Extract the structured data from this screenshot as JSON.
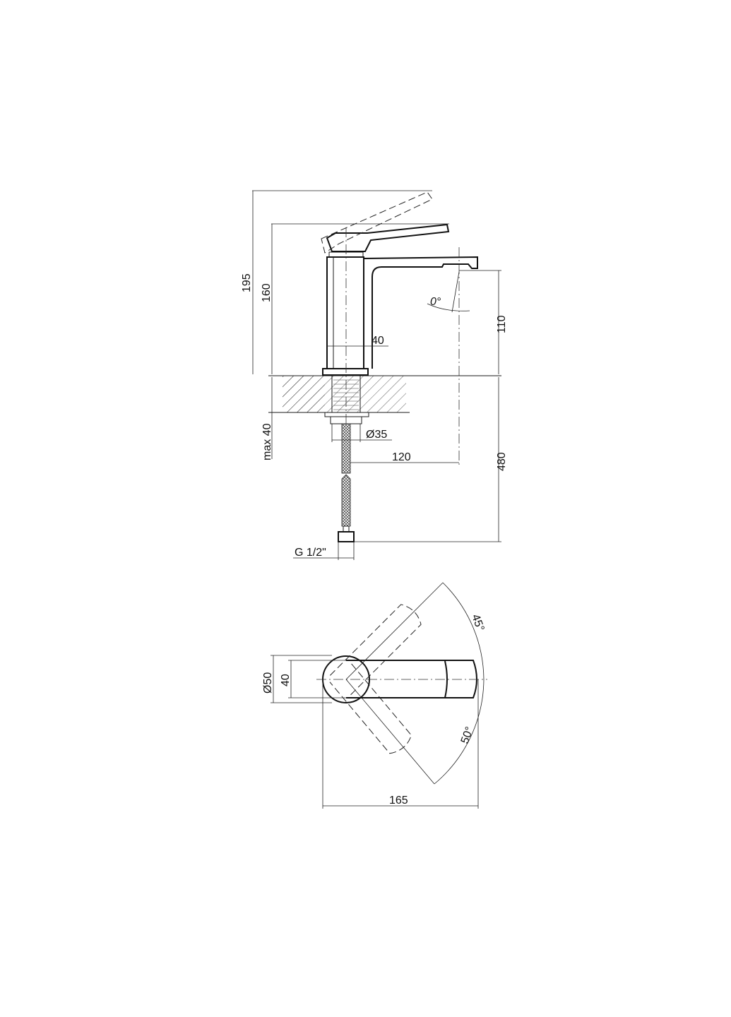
{
  "drawing": {
    "side_view": {
      "dimensions": {
        "total_height_raised": "195",
        "total_height": "160",
        "body_width": "40",
        "spout_height": "110",
        "spout_angle": "0°",
        "max_deck": "max 40",
        "thread_diameter": "Ø35",
        "spout_reach": "120",
        "hose_length": "480",
        "connection": "G 1/2\""
      }
    },
    "top_view": {
      "dimensions": {
        "base_diameter": "Ø50",
        "body_width": "40",
        "rotation_up": "45°",
        "rotation_down": "50°",
        "total_length": "165"
      }
    }
  }
}
